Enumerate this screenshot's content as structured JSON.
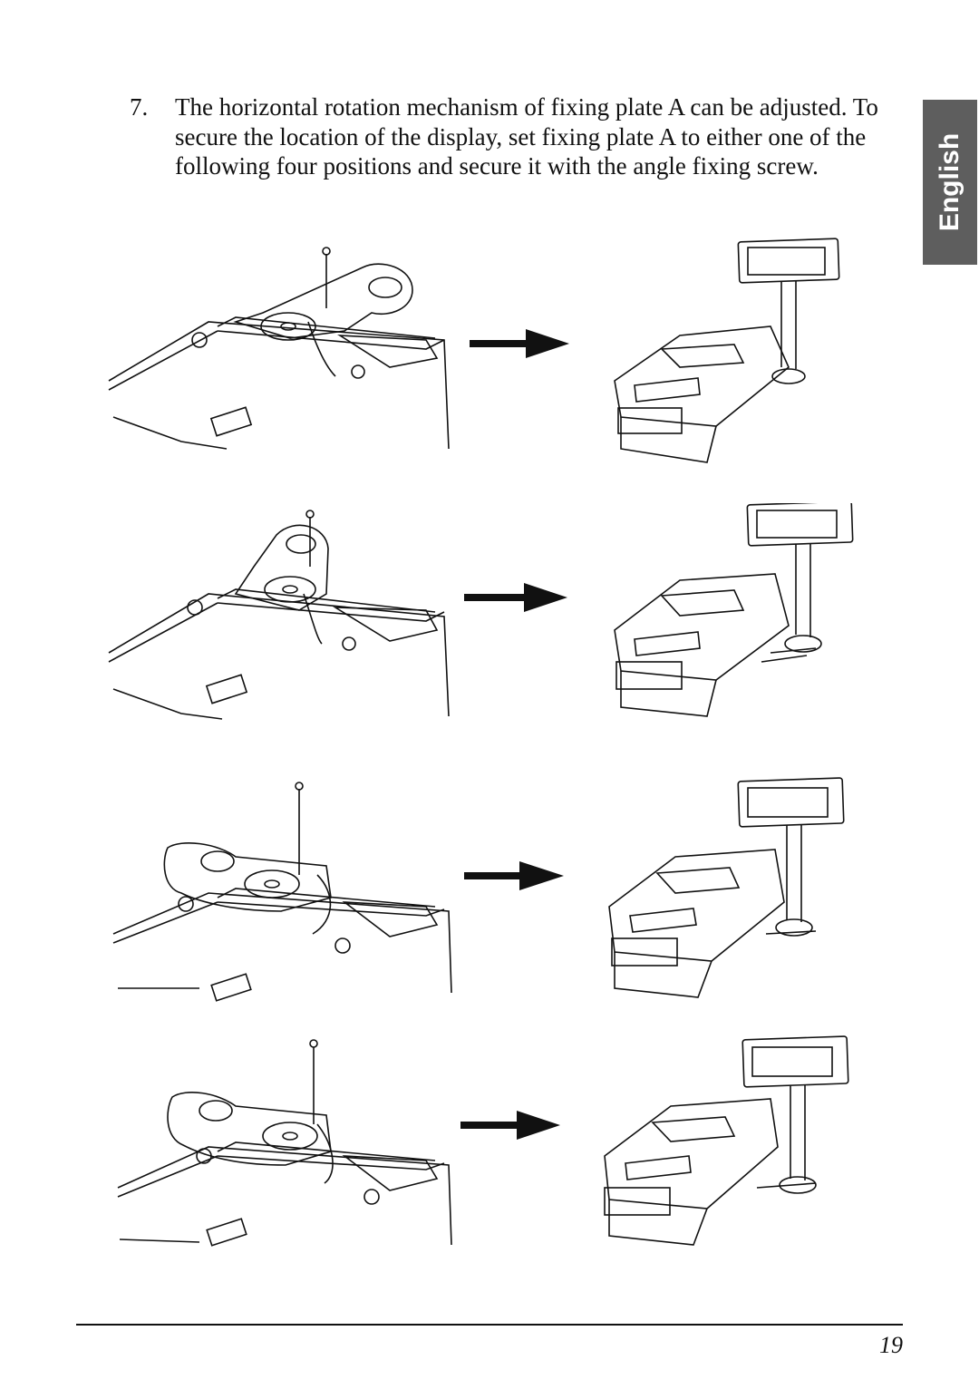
{
  "step": {
    "number": "7.",
    "text": "The horizontal rotation mechanism of fixing plate A can be adjusted. To secure the location of the display, set fixing plate A to either one of the following four positions and secure it with the angle fixing screw."
  },
  "side_tab": {
    "label": "English"
  },
  "figures": [
    {
      "position": 1
    },
    {
      "position": 2
    },
    {
      "position": 3
    },
    {
      "position": 4
    }
  ],
  "footer": {
    "page_number": "19"
  }
}
